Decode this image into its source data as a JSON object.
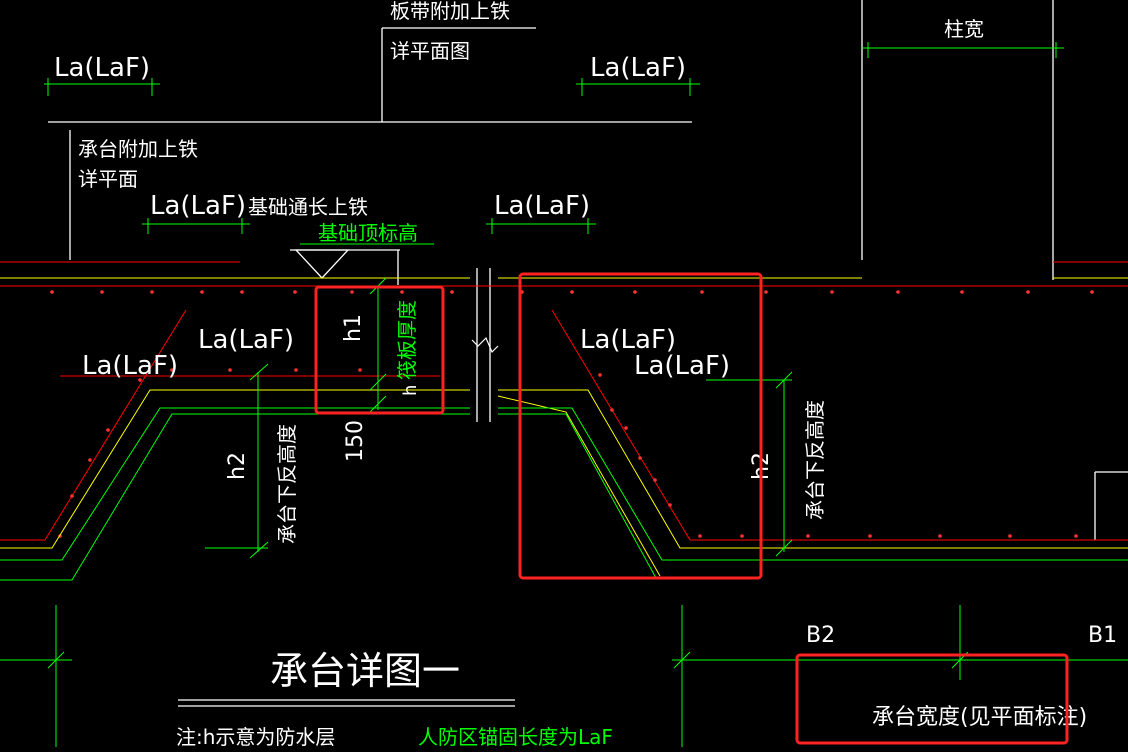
{
  "colors": {
    "background": "#000000",
    "line_white": "#ffffff",
    "line_green": "#00ff00",
    "line_yellow": "#ffff00",
    "line_red": "#ff0000",
    "highlight_red": "#ff2222"
  },
  "labels": {
    "la_top_left": "La(LaF)",
    "la_top_mid": "La(LaF)",
    "slab_add_top_rebar_1": "板带附加上铁",
    "slab_add_top_rebar_2": "详平面图",
    "column_width": "柱宽",
    "cap_add_top_rebar_1": "承台附加上铁",
    "cap_add_top_rebar_2": "详平面",
    "la_mid_left": "La(LaF)",
    "foundation_top_rebar": "基础通长上铁",
    "la_mid_center": "La(LaF)",
    "foundation_top_elevation": "基础顶标高",
    "la_slope_left_upper": "La(LaF)",
    "la_slope_left_lower": "La(LaF)",
    "h1": "h1",
    "raft_thickness": "筏板厚度",
    "h_small": "h",
    "dim_150": "150",
    "la_slope_right_upper": "La(LaF)",
    "la_slope_right_lower": "La(LaF)",
    "h2_left": "h2",
    "cap_drop_height_left": "承台下反高度",
    "h2_right": "h2",
    "cap_drop_height_right": "承台下反高度",
    "drawing_title": "承台详图一",
    "b2": "B2",
    "b1": "B1",
    "cap_width": "承台宽度(见平面标注)",
    "note_left": "注:h示意为防水层",
    "note_right": "人防区锚固长度为LaF"
  }
}
